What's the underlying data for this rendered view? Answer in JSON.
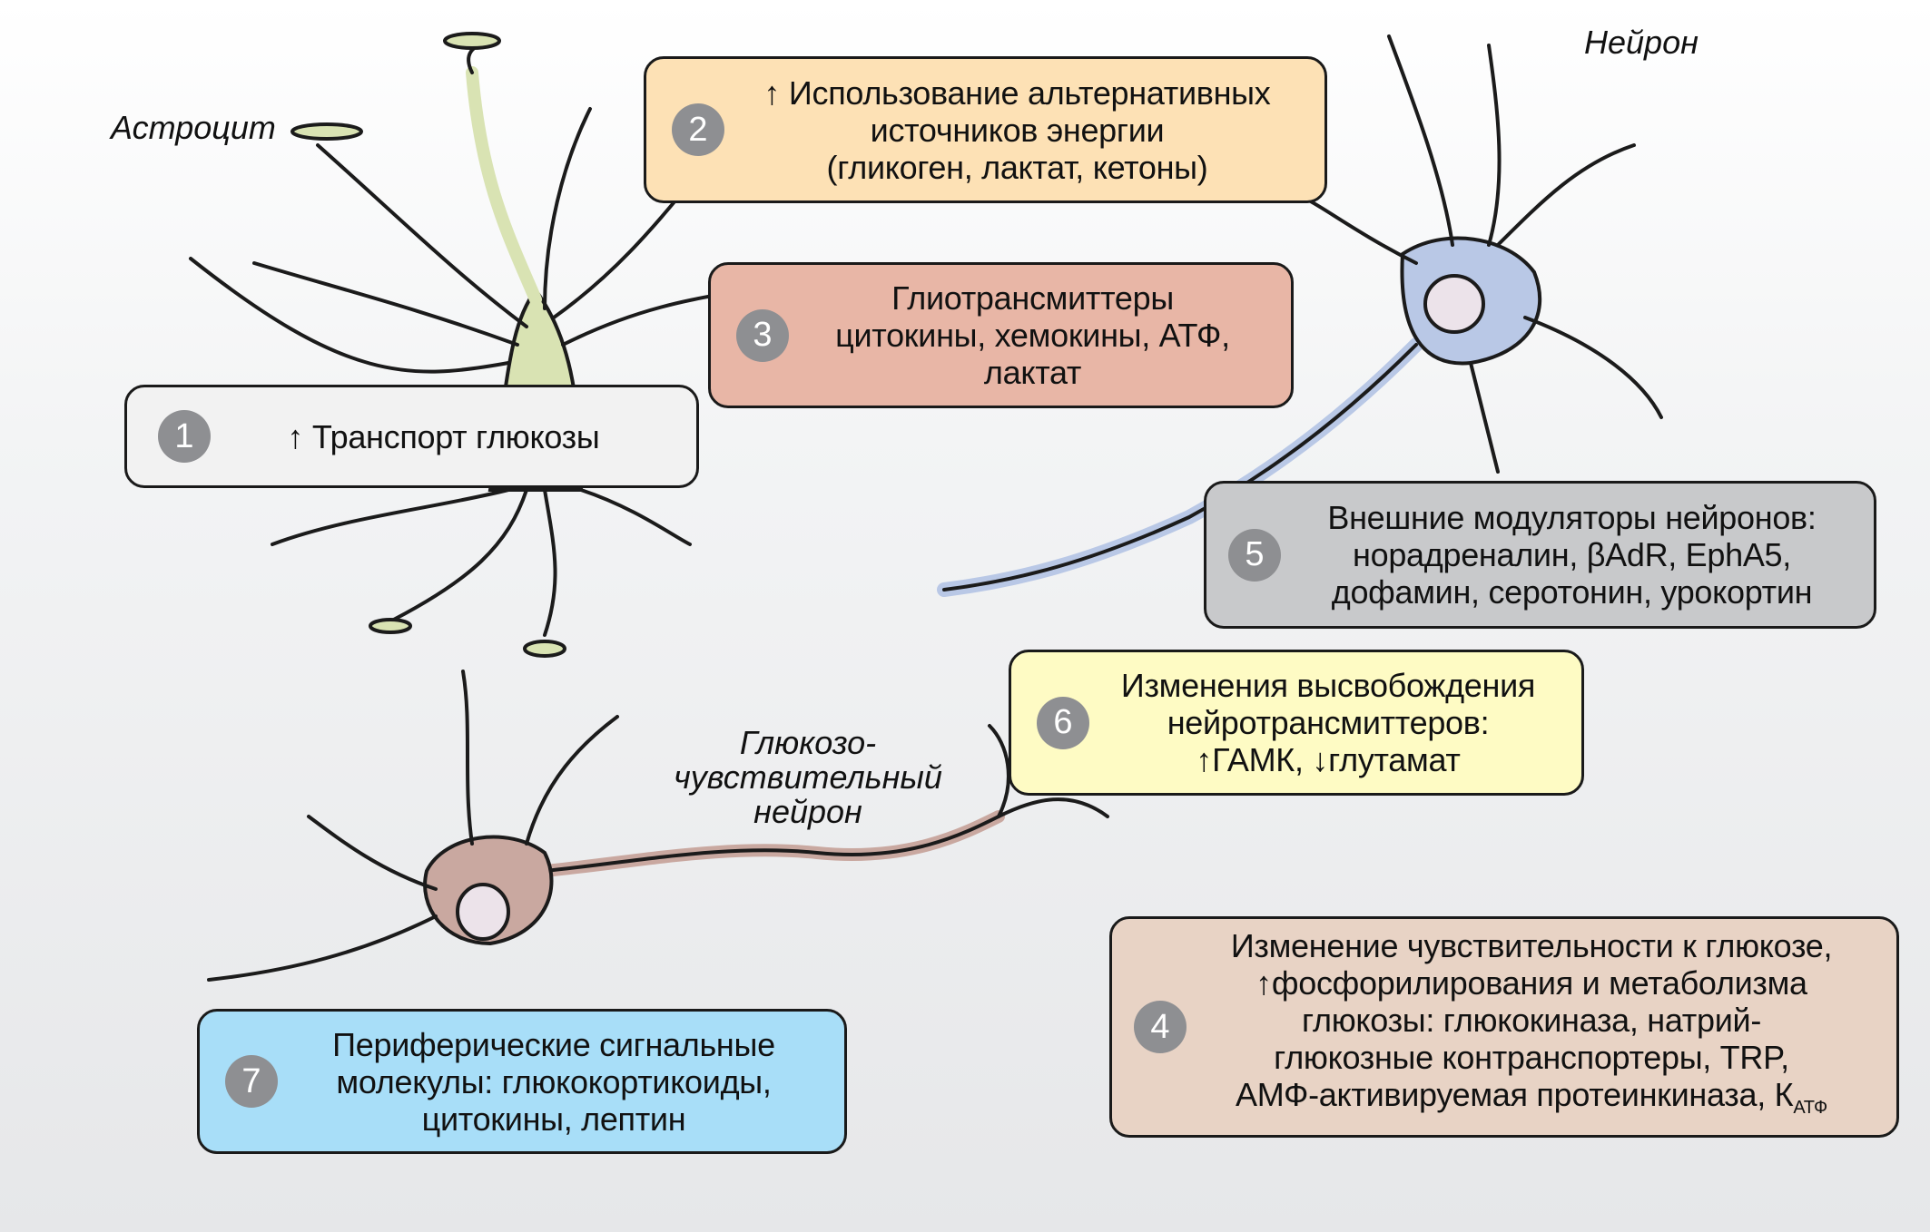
{
  "labels": {
    "astrocyte": "Астроцит",
    "neuron": "Нейрон",
    "glucose_neuron_lines": [
      "Глюкозо-",
      "чувствительный",
      "нейрон"
    ]
  },
  "colors": {
    "astrocyte": "#d9e3b3",
    "neuron": "#b9c8e6",
    "glucose_neuron": "#c9a8a0",
    "nucleus": "#ece3ea",
    "badge": "#8e8f92",
    "box1": "#f2f2f2",
    "box2": "#fde1b5",
    "box3": "#e8b6a6",
    "box4": "#e8d3c5",
    "box5": "#c8c9cb",
    "box6": "#fefbc4",
    "box7": "#a8def8"
  },
  "boxes": [
    {
      "num": "1",
      "lines": [
        "↑ Транспорт глюкозы"
      ]
    },
    {
      "num": "2",
      "lines": [
        "↑ Использование альтернативных",
        "источников энергии",
        "(гликоген, лактат, кетоны)"
      ]
    },
    {
      "num": "3",
      "lines": [
        "Глиотрансмиттеры",
        "цитокины, хемокины, АТФ,",
        "лактат"
      ]
    },
    {
      "num": "4",
      "lines": [
        "Изменение чувствительности к глюкозе,",
        "↑фосфорилирования и метаболизма",
        "глюкозы: глюкокиназа, натрий-",
        "глюкозные контранспортеры, TRP,",
        "АМФ-активируемая протеинкиназа, К"
      ],
      "subscript": "АТФ"
    },
    {
      "num": "5",
      "lines": [
        "Внешние модуляторы нейронов:",
        "норадреналин, βAdR, EphA5,",
        "дофамин, серотонин, урокортин"
      ]
    },
    {
      "num": "6",
      "lines": [
        "Изменения высвобождения",
        "нейротрансмиттеров:",
        "↑ГАМК, ↓глутамат"
      ]
    },
    {
      "num": "7",
      "lines": [
        "Периферические сигнальные",
        "молекулы: глюкокортикоиды,",
        "цитокины, лептин"
      ]
    }
  ]
}
